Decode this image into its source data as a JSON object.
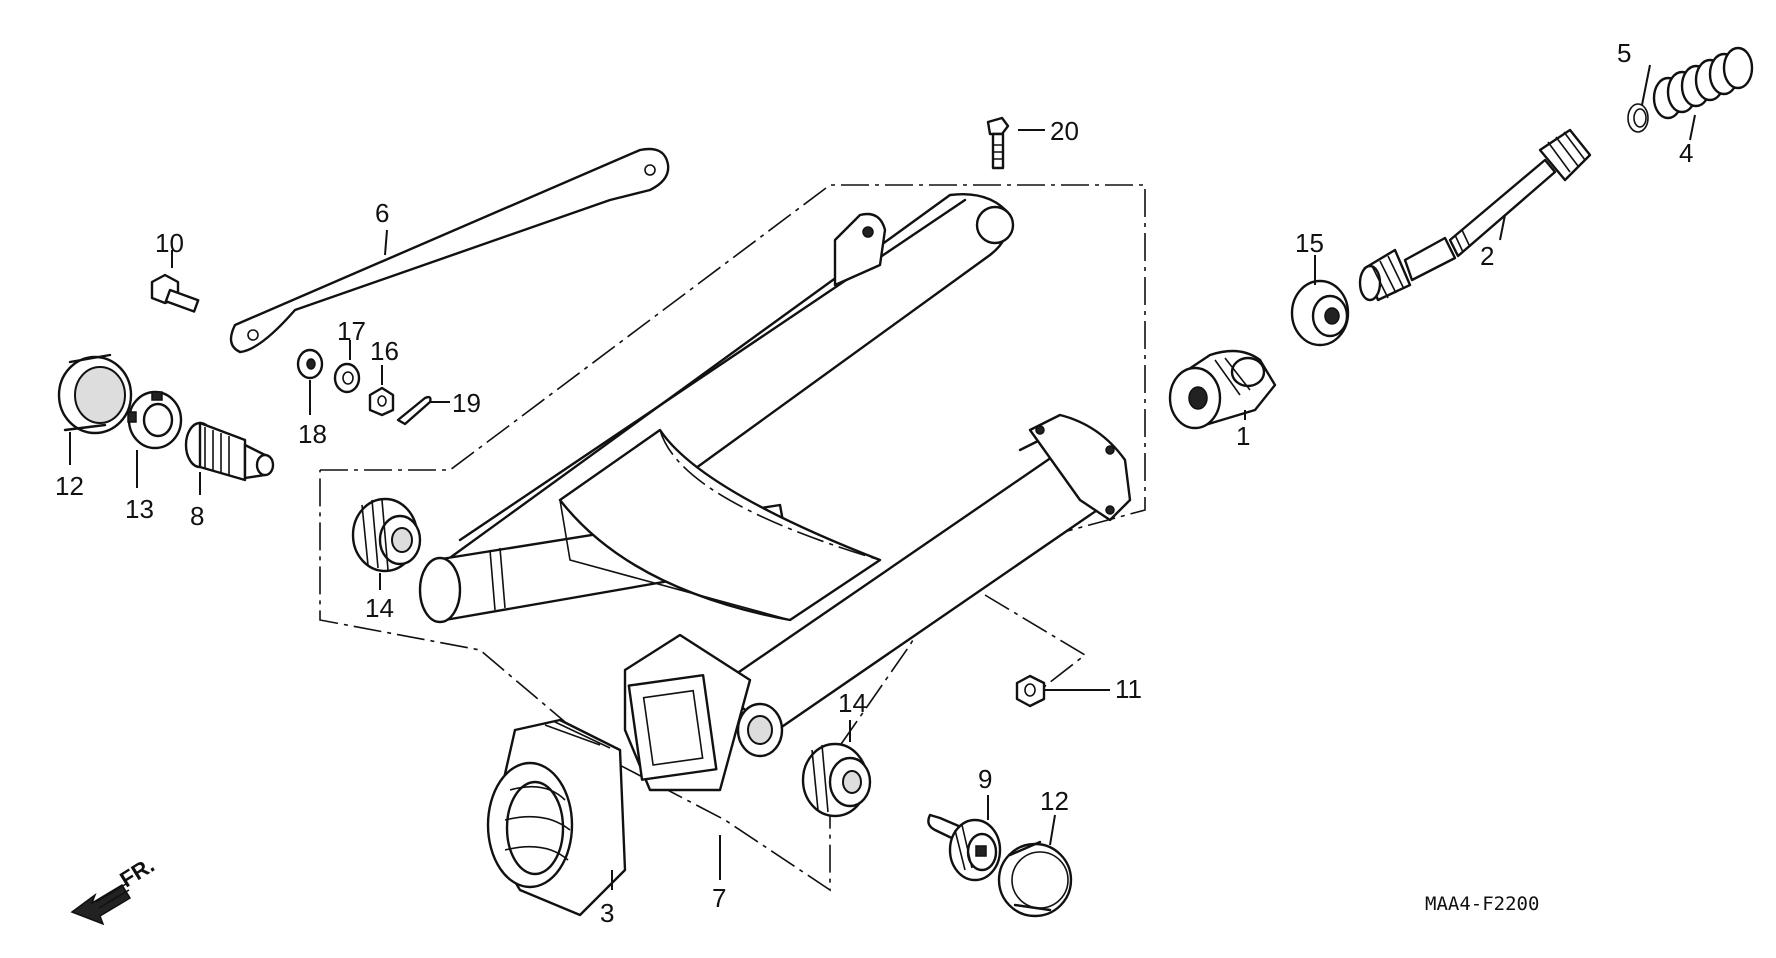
{
  "diagram": {
    "drawing_code": "MAA4-F2200",
    "front_indicator": "FR.",
    "callouts": {
      "p1": "1",
      "p2": "2",
      "p3": "3",
      "p4": "4",
      "p5": "5",
      "p6": "6",
      "p7": "7",
      "p8": "8",
      "p9": "9",
      "p10": "10",
      "p11": "11",
      "p12a": "12",
      "p12b": "12",
      "p13": "13",
      "p14a": "14",
      "p14b": "14",
      "p15": "15",
      "p16": "16",
      "p17": "17",
      "p18": "18",
      "p19": "19",
      "p20": "20"
    }
  }
}
